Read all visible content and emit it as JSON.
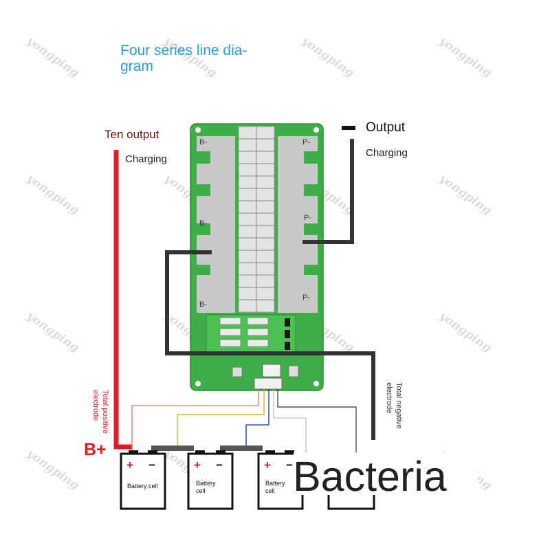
{
  "title": "Four series line diagram",
  "left_top_label": "Ten output",
  "right_top_label": "Output",
  "charging_left": "Charging",
  "charging_right": "Charging",
  "total_positive": "Total positive electrode",
  "total_negative": "Total negative electrode",
  "b_plus": "B+",
  "b_minus": "B-",
  "p_minus": "P-",
  "cell_plus": "+",
  "cell_minus": "−",
  "battery_label": "Battery cell",
  "overlay_text": "Bacteria",
  "watermark": "yongping",
  "colors": {
    "title": "#2b9bd6",
    "wire_positive": "#e01b24",
    "wire_negative": "#333333",
    "board_green": "#3fae49",
    "pad_gray": "#c9c9c9",
    "cell_plus": "#e01b24"
  },
  "icons": [
    "minus-icon",
    "battery-icon"
  ]
}
